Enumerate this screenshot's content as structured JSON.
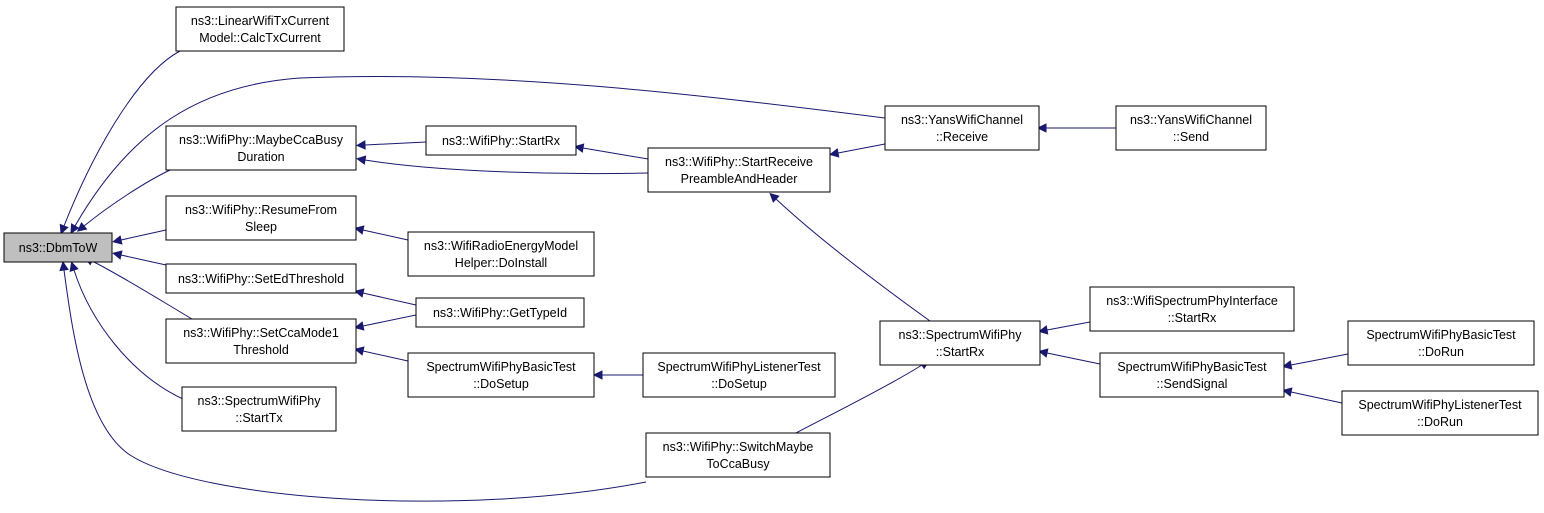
{
  "graph": {
    "colors": {
      "edge": "#191970",
      "root_fill": "#bfbfbf",
      "node_fill": "#ffffff",
      "border": "#000000"
    },
    "nodes": [
      {
        "id": "dbmtow",
        "lines": [
          "ns3::DbmToW"
        ],
        "root": true
      },
      {
        "id": "linear",
        "lines": [
          "ns3::LinearWifiTxCurrent",
          "Model::CalcTxCurrent"
        ]
      },
      {
        "id": "maybecca",
        "lines": [
          "ns3::WifiPhy::MaybeCcaBusy",
          "Duration"
        ]
      },
      {
        "id": "resume",
        "lines": [
          "ns3::WifiPhy::ResumeFrom",
          "Sleep"
        ]
      },
      {
        "id": "seted",
        "lines": [
          "ns3::WifiPhy::SetEdThreshold"
        ]
      },
      {
        "id": "setcca",
        "lines": [
          "ns3::WifiPhy::SetCcaMode1",
          "Threshold"
        ]
      },
      {
        "id": "spectx",
        "lines": [
          "ns3::SpectrumWifiPhy",
          "::StartTx"
        ]
      },
      {
        "id": "switch",
        "lines": [
          "ns3::WifiPhy::SwitchMaybe",
          "ToCcaBusy"
        ]
      },
      {
        "id": "startrx",
        "lines": [
          "ns3::WifiPhy::StartRx"
        ]
      },
      {
        "id": "radioenergy",
        "lines": [
          "ns3::WifiRadioEnergyModel",
          "Helper::DoInstall"
        ]
      },
      {
        "id": "gettypeid",
        "lines": [
          "ns3::WifiPhy::GetTypeId"
        ]
      },
      {
        "id": "basicdosetup",
        "lines": [
          "SpectrumWifiPhyBasicTest",
          "::DoSetup"
        ]
      },
      {
        "id": "listenerdosetup",
        "lines": [
          "SpectrumWifiPhyListenerTest",
          "::DoSetup"
        ]
      },
      {
        "id": "startreceive",
        "lines": [
          "ns3::WifiPhy::StartReceive",
          "PreambleAndHeader"
        ]
      },
      {
        "id": "yansreceive",
        "lines": [
          "ns3::YansWifiChannel",
          "::Receive"
        ]
      },
      {
        "id": "yanssend",
        "lines": [
          "ns3::YansWifiChannel",
          "::Send"
        ]
      },
      {
        "id": "specstartrx",
        "lines": [
          "ns3::SpectrumWifiPhy",
          "::StartRx"
        ]
      },
      {
        "id": "ifacestartrx",
        "lines": [
          "ns3::WifiSpectrumPhyInterface",
          "::StartRx"
        ]
      },
      {
        "id": "sendsignal",
        "lines": [
          "SpectrumWifiPhyBasicTest",
          "::SendSignal"
        ]
      },
      {
        "id": "basicdorun",
        "lines": [
          "SpectrumWifiPhyBasicTest",
          "::DoRun"
        ]
      },
      {
        "id": "listenerdorun",
        "lines": [
          "SpectrumWifiPhyListenerTest",
          "::DoRun"
        ]
      }
    ],
    "edges": [
      {
        "from": "linear",
        "to": "dbmtow"
      },
      {
        "from": "maybecca",
        "to": "dbmtow"
      },
      {
        "from": "resume",
        "to": "dbmtow"
      },
      {
        "from": "seted",
        "to": "dbmtow"
      },
      {
        "from": "setcca",
        "to": "dbmtow"
      },
      {
        "from": "spectx",
        "to": "dbmtow"
      },
      {
        "from": "switch",
        "to": "dbmtow"
      },
      {
        "from": "yansreceive",
        "to": "dbmtow"
      },
      {
        "from": "startrx",
        "to": "maybecca"
      },
      {
        "from": "startreceive",
        "to": "maybecca"
      },
      {
        "from": "radioenergy",
        "to": "resume"
      },
      {
        "from": "gettypeid",
        "to": "seted"
      },
      {
        "from": "gettypeid",
        "to": "setcca"
      },
      {
        "from": "basicdosetup",
        "to": "setcca"
      },
      {
        "from": "listenerdosetup",
        "to": "basicdosetup"
      },
      {
        "from": "startreceive",
        "to": "startrx"
      },
      {
        "from": "yansreceive",
        "to": "startreceive"
      },
      {
        "from": "specstartrx",
        "to": "startreceive"
      },
      {
        "from": "yanssend",
        "to": "yansreceive"
      },
      {
        "from": "ifacestartrx",
        "to": "specstartrx"
      },
      {
        "from": "sendsignal",
        "to": "specstartrx"
      },
      {
        "from": "basicdorun",
        "to": "sendsignal"
      },
      {
        "from": "listenerdorun",
        "to": "sendsignal"
      },
      {
        "from": "switch",
        "to": "specstartrx"
      }
    ]
  }
}
